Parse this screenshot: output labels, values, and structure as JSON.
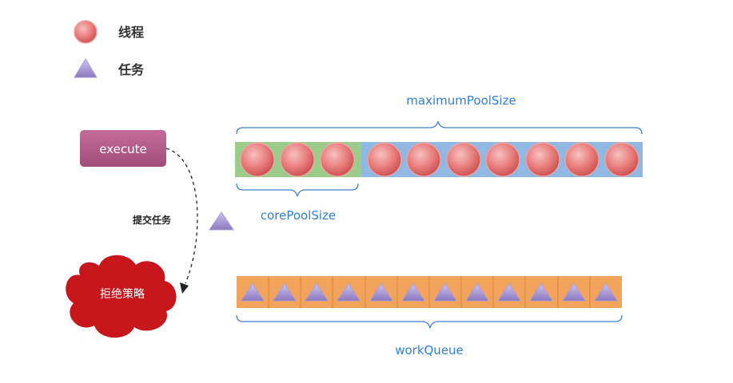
{
  "legend": {
    "thread_label": "线程",
    "task_label": "任务"
  },
  "execute_label": "execute",
  "submit_label": "提交任务",
  "reject_label": "拒绝策略",
  "max_pool_label": "maximumPoolSize",
  "core_pool_label": "corePoolSize",
  "work_queue_label": "workQueue",
  "pool": {
    "core_threads": 3,
    "max_threads": 10
  },
  "queue": {
    "task_slots": 12
  },
  "colors": {
    "core_area": "#9ccc8a",
    "extra_area": "#8fb8e3",
    "queue_area": "#f2a45c",
    "thread": "#e26d6d",
    "task": "#9a8bc6",
    "execute_box": "#b35a8a",
    "reject_cloud": "#c8161d",
    "brace": "#3f7fd0"
  }
}
